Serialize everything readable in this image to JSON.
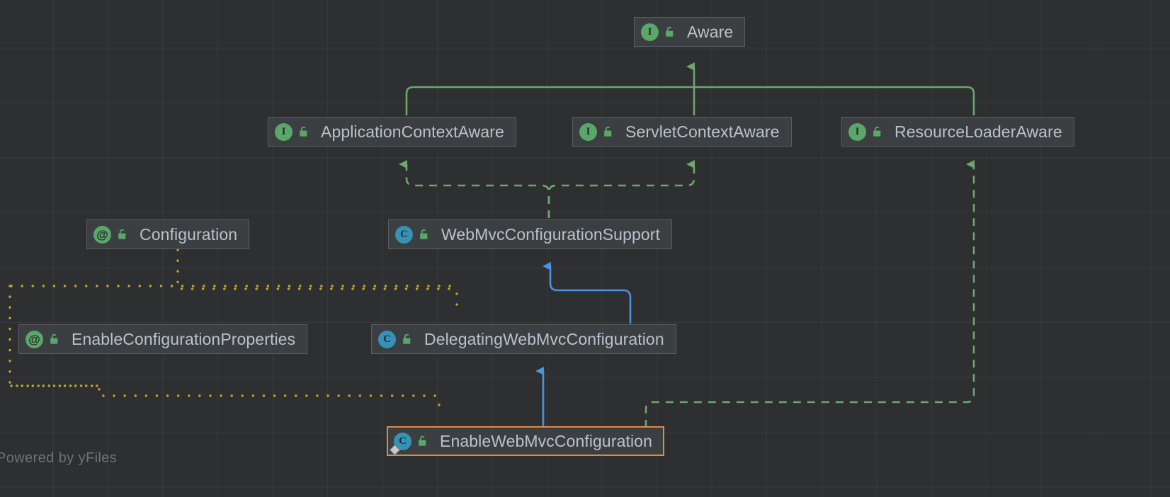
{
  "diagram": {
    "type": "uml-class-diagram",
    "watermark": "Powered by yFiles",
    "colors": {
      "canvas_background": "#2d2f31",
      "grid_line": "#3a3c3e",
      "node_background": "#3c3f41",
      "node_border": "#5b5e60",
      "node_label": "#b8c2cc",
      "selection_border": "#e08a43",
      "interface_icon": "#59a869",
      "annotation_icon": "#59a869",
      "class_icon": "#3592b5",
      "lock_icon": "#59a869",
      "implements_edge": "#6ca76c",
      "extends_edge": "#4a93e0",
      "annotation_edge": "#c5a22a"
    },
    "nodes": [
      {
        "id": "aware",
        "label": "Aware",
        "kind": "interface",
        "icon": "interface-icon",
        "kind_glyph": "I",
        "visibility": "public",
        "visibility_icon": "unlocked-padlock-icon",
        "selected": false
      },
      {
        "id": "appctxaware",
        "label": "ApplicationContextAware",
        "kind": "interface",
        "icon": "interface-icon",
        "kind_glyph": "I",
        "visibility": "public",
        "visibility_icon": "unlocked-padlock-icon",
        "selected": false
      },
      {
        "id": "srvctxaware",
        "label": "ServletContextAware",
        "kind": "interface",
        "icon": "interface-icon",
        "kind_glyph": "I",
        "visibility": "public",
        "visibility_icon": "unlocked-padlock-icon",
        "selected": false
      },
      {
        "id": "resldraware",
        "label": "ResourceLoaderAware",
        "kind": "interface",
        "icon": "interface-icon",
        "kind_glyph": "I",
        "visibility": "public",
        "visibility_icon": "unlocked-padlock-icon",
        "selected": false
      },
      {
        "id": "configuration",
        "label": "Configuration",
        "kind": "annotation",
        "icon": "annotation-icon",
        "kind_glyph": "@",
        "visibility": "public",
        "visibility_icon": "unlocked-padlock-icon",
        "selected": false
      },
      {
        "id": "webmvcsupport",
        "label": "WebMvcConfigurationSupport",
        "kind": "class",
        "icon": "class-icon",
        "kind_glyph": "C",
        "visibility": "public",
        "visibility_icon": "unlocked-padlock-icon",
        "selected": false
      },
      {
        "id": "enableconfprops",
        "label": "EnableConfigurationProperties",
        "kind": "annotation",
        "icon": "annotation-icon",
        "kind_glyph": "@",
        "visibility": "public",
        "visibility_icon": "unlocked-padlock-icon",
        "selected": false
      },
      {
        "id": "delegating",
        "label": "DelegatingWebMvcConfiguration",
        "kind": "class",
        "icon": "class-icon",
        "kind_glyph": "C",
        "visibility": "public",
        "visibility_icon": "unlocked-padlock-icon",
        "selected": false
      },
      {
        "id": "enablewebmvc",
        "label": "EnableWebMvcConfiguration",
        "kind": "class",
        "icon": "class-icon",
        "kind_glyph": "C",
        "visibility": "public",
        "visibility_icon": "unlocked-padlock-icon",
        "selected": true,
        "badge": "diamond-badge"
      }
    ],
    "edges": [
      {
        "from": "appctxaware",
        "to": "aware",
        "relation": "implements",
        "style": "solid",
        "color": "#6ca76c"
      },
      {
        "from": "srvctxaware",
        "to": "aware",
        "relation": "implements",
        "style": "solid",
        "color": "#6ca76c"
      },
      {
        "from": "resldraware",
        "to": "aware",
        "relation": "implements",
        "style": "solid",
        "color": "#6ca76c"
      },
      {
        "from": "webmvcsupport",
        "to": "appctxaware",
        "relation": "implements",
        "style": "dashed",
        "color": "#6ca76c"
      },
      {
        "from": "webmvcsupport",
        "to": "srvctxaware",
        "relation": "implements",
        "style": "dashed",
        "color": "#6ca76c"
      },
      {
        "from": "enablewebmvc",
        "to": "resldraware",
        "relation": "implements",
        "style": "dashed",
        "color": "#6ca76c"
      },
      {
        "from": "delegating",
        "to": "webmvcsupport",
        "relation": "extends",
        "style": "solid",
        "color": "#4a93e0"
      },
      {
        "from": "enablewebmvc",
        "to": "delegating",
        "relation": "extends",
        "style": "solid",
        "color": "#4a93e0"
      },
      {
        "from": "configuration",
        "to": "enablewebmvc",
        "relation": "annotation",
        "style": "dotted",
        "color": "#c5a22a"
      },
      {
        "from": "enableconfprops",
        "to": "enablewebmvc",
        "relation": "annotation",
        "style": "dotted",
        "color": "#c5a22a"
      }
    ]
  }
}
